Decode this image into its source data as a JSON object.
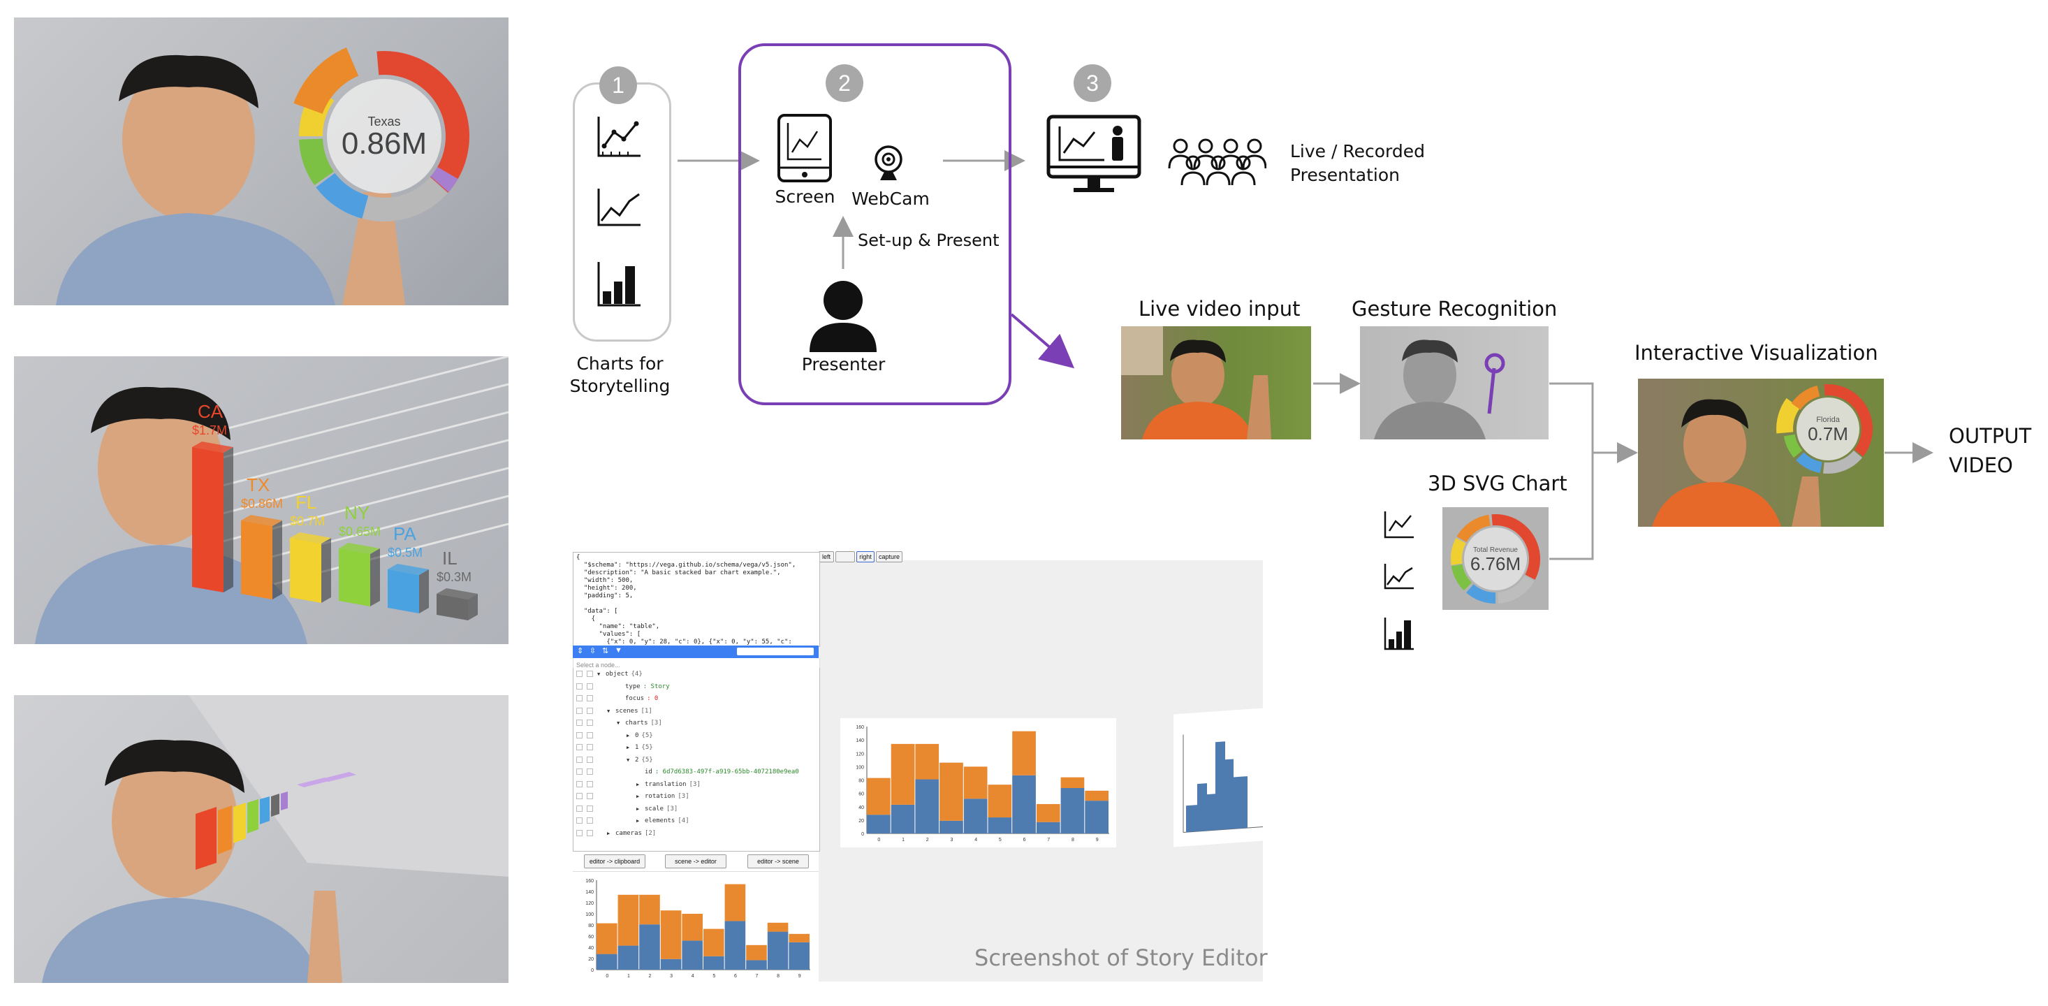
{
  "steps": [
    "1",
    "2",
    "3"
  ],
  "labels": {
    "charts_for_storytelling_1": "Charts for",
    "charts_for_storytelling_2": "Storytelling",
    "screen": "Screen",
    "webcam": "WebCam",
    "setup_present": "Set-up & Present",
    "presenter": "Presenter",
    "live_recorded_1": "Live / Recorded",
    "live_recorded_2": "Presentation",
    "live_video_input": "Live video input",
    "gesture_recognition": "Gesture Recognition",
    "interactive_visualization": "Interactive Visualization",
    "output_1": "OUTPUT",
    "output_2": "VIDEO",
    "svg_chart_3d": "3D SVG Chart",
    "story_editor_caption": "Screenshot of Story Editor"
  },
  "donuts": {
    "texas": {
      "name": "Texas",
      "value": "0.86M"
    },
    "florida": {
      "name": "Florida",
      "value": "0.7M"
    },
    "total_revenue": {
      "name": "Total Revenue",
      "value": "6.76M"
    }
  },
  "bars_3d": [
    {
      "label": "CA",
      "value": "$1.7M",
      "color": "#e8472a"
    },
    {
      "label": "TX",
      "value": "$0.86M",
      "color": "#ef8a2a"
    },
    {
      "label": "FL",
      "value": "$0.7M",
      "color": "#f2d22e"
    },
    {
      "label": "NY",
      "value": "$0.65M",
      "color": "#8fd13c"
    },
    {
      "label": "PA",
      "value": "$0.5M",
      "color": "#4aa3e0"
    },
    {
      "label": "IL",
      "value": "$0.3M",
      "color": "#6a6a6a"
    }
  ],
  "editor": {
    "top_buttons": [
      "left",
      "",
      "right",
      "capture"
    ],
    "json_lines": [
      "{",
      "  \"$schema\": \"https://vega.github.io/schema/vega/v5.json\",",
      "  \"description\": \"A basic stacked bar chart example.\",",
      "  \"width\": 500,",
      "  \"height\": 200,",
      "  \"padding\": 5,",
      "",
      "  \"data\": [",
      "    {",
      "      \"name\": \"table\",",
      "      \"values\": [",
      "        {\"x\": 0, \"y\": 28, \"c\": 0}, {\"x\": 0, \"y\": 55, \"c\":"
    ],
    "select_placeholder": "Select a node...",
    "tree": [
      {
        "indent": 0,
        "arrow": "▼",
        "key": "object",
        "val": "{4}",
        "color": "#666"
      },
      {
        "indent": 2,
        "arrow": "",
        "key": "type",
        "val": ": Story",
        "color": "#2a8a2a"
      },
      {
        "indent": 2,
        "arrow": "",
        "key": "focus",
        "val": ": 0",
        "color": "#d22"
      },
      {
        "indent": 1,
        "arrow": "▼",
        "key": "scenes",
        "val": "[1]",
        "color": "#666"
      },
      {
        "indent": 2,
        "arrow": "▼",
        "key": "charts",
        "val": "[3]",
        "color": "#666"
      },
      {
        "indent": 3,
        "arrow": "▶",
        "key": "0",
        "val": "{5}",
        "color": "#666"
      },
      {
        "indent": 3,
        "arrow": "▶",
        "key": "1",
        "val": "{5}",
        "color": "#666"
      },
      {
        "indent": 3,
        "arrow": "▼",
        "key": "2",
        "val": "{5}",
        "color": "#666"
      },
      {
        "indent": 4,
        "arrow": "",
        "key": "id",
        "val": ": 6d7d6383-497f-a919-65bb-4072180e9ea0",
        "color": "#2a8a2a"
      },
      {
        "indent": 4,
        "arrow": "▶",
        "key": "translation",
        "val": "[3]",
        "color": "#666"
      },
      {
        "indent": 4,
        "arrow": "▶",
        "key": "rotation",
        "val": "[3]",
        "color": "#666"
      },
      {
        "indent": 4,
        "arrow": "▶",
        "key": "scale",
        "val": "[3]",
        "color": "#666"
      },
      {
        "indent": 4,
        "arrow": "▶",
        "key": "elements",
        "val": "[4]",
        "color": "#666"
      },
      {
        "indent": 1,
        "arrow": "▶",
        "key": "cameras",
        "val": "[2]",
        "color": "#666"
      }
    ],
    "bottom_buttons": [
      "editor -> clipboard",
      "scene -> editor",
      "editor -> scene"
    ]
  },
  "colors": {
    "purple": "#7b3fb5",
    "orange": "#e8882f",
    "blue": "#4e7bb0",
    "grey_circle": "#a8a8a8"
  },
  "chart_data": [
    {
      "type": "bar",
      "stacked": true,
      "categories": [
        "0",
        "1",
        "2",
        "3",
        "4",
        "5",
        "6",
        "7",
        "8",
        "9"
      ],
      "series": [
        {
          "values": [
            28,
            43,
            81,
            19,
            52,
            24,
            87,
            17,
            68,
            49
          ]
        },
        {
          "values": [
            55,
            91,
            53,
            87,
            48,
            49,
            66,
            27,
            16,
            15
          ]
        }
      ],
      "ylim": [
        0,
        160
      ],
      "yticks": [
        0,
        20,
        40,
        60,
        80,
        100,
        120,
        140,
        160
      ]
    }
  ]
}
